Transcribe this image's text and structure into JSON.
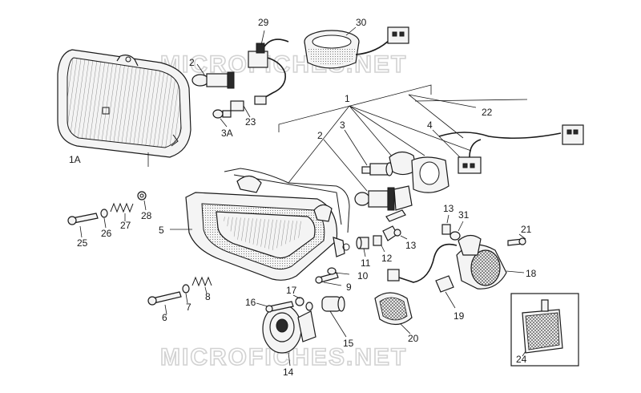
{
  "watermark": "MICROFICHES.NET",
  "callouts": {
    "c1": "1",
    "c1a": "1A",
    "c2a": "2",
    "c2b": "2",
    "c3": "3",
    "c3a": "3A",
    "c4": "4",
    "c5": "5",
    "c6": "6",
    "c7": "7",
    "c8": "8",
    "c9": "9",
    "c10": "10",
    "c11": "11",
    "c12": "12",
    "c13a": "13",
    "c13b": "13",
    "c14": "14",
    "c15": "15",
    "c16": "16",
    "c17": "17",
    "c18": "18",
    "c19": "19",
    "c20": "20",
    "c21": "21",
    "c22": "22",
    "c23": "23",
    "c24": "24",
    "c25": "25",
    "c26": "26",
    "c27": "27",
    "c28": "28",
    "c29": "29",
    "c30": "30",
    "c31": "31"
  }
}
